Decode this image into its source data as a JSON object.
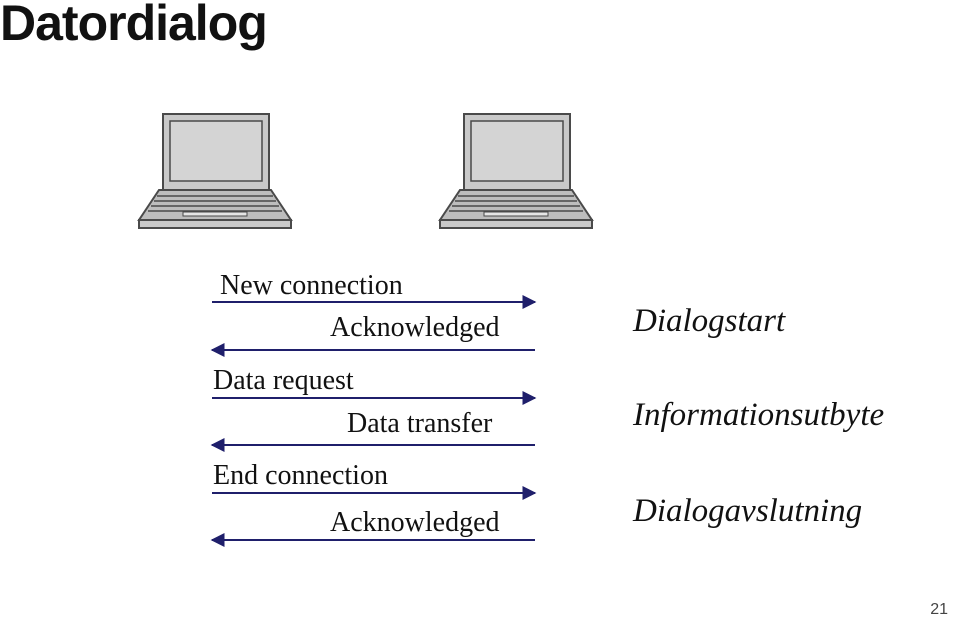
{
  "slide": {
    "title": "Datordialog",
    "page_number": "21"
  },
  "messages": [
    {
      "text": "New connection",
      "direction": "right"
    },
    {
      "text": "Acknowledged",
      "direction": "left"
    },
    {
      "text": "Data request",
      "direction": "right"
    },
    {
      "text": "Data transfer",
      "direction": "left"
    },
    {
      "text": "End connection",
      "direction": "right"
    },
    {
      "text": "Acknowledged",
      "direction": "left"
    }
  ],
  "phases": [
    {
      "text": "Dialogstart"
    },
    {
      "text": "Informationsutbyte"
    },
    {
      "text": "Dialogavslutning"
    }
  ],
  "colors": {
    "arrow": "#1f1f6b",
    "laptop_body": "#c9c9c9",
    "laptop_screen": "#d4d4d4",
    "laptop_outline": "#4a4a4a"
  },
  "icons": [
    "laptop-icon",
    "laptop-icon"
  ]
}
